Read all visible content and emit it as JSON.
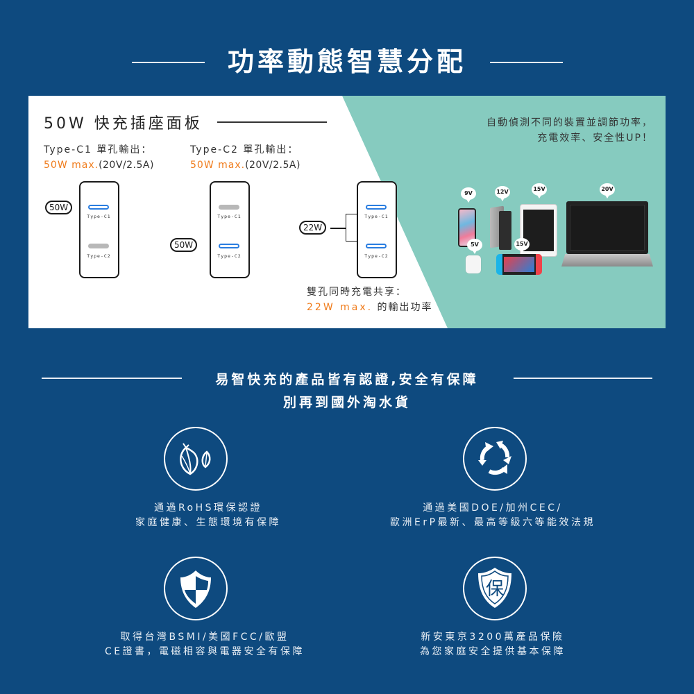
{
  "heading": {
    "title": "功率動態智慧分配"
  },
  "panel": {
    "title": "50W 快充插座面板",
    "c1_spec": {
      "label": "Type-C1 單孔輸出：",
      "value": "50W max.",
      "detail": "(20V/2.5A)"
    },
    "c2_spec": {
      "label": "Type-C2 單孔輸出：",
      "value": "50W max.",
      "detail": "(20V/2.5A)"
    },
    "chargers": [
      {
        "badge": "50W",
        "port1": "Type-C1",
        "port2": "Type-C2",
        "active": [
          "c1"
        ]
      },
      {
        "badge": "50W",
        "port1": "Type-C1",
        "port2": "Type-C2",
        "active": [
          "c2"
        ]
      },
      {
        "badge": "22W",
        "port1": "Type-C1",
        "port2": "Type-C2",
        "active": [
          "c1",
          "c2"
        ]
      }
    ],
    "dual": {
      "line1": "雙孔同時充電共享：",
      "value": "22W max.",
      "line2_suffix": " 的輸出功率"
    },
    "auto": {
      "line1": "自動偵測不同的裝置並調節功率，",
      "line2": "充電效率、安全性UP！"
    },
    "devices": [
      {
        "name": "smartphone",
        "voltage": "9V"
      },
      {
        "name": "power-bank",
        "voltage": "12V"
      },
      {
        "name": "tablet",
        "voltage": "15V"
      },
      {
        "name": "laptop",
        "voltage": "20V"
      },
      {
        "name": "earbuds",
        "voltage": "5V"
      },
      {
        "name": "game-console",
        "voltage": "15V"
      }
    ]
  },
  "cert_section": {
    "line1": "易智快充的產品皆有認證,安全有保障",
    "line2": "別再到國外淘水貨"
  },
  "features": [
    {
      "icon": "leaf-icon",
      "line1": "通過RoHS環保認證",
      "line2": "家庭健康、生態環境有保障"
    },
    {
      "icon": "recycle-arrows-icon",
      "line1": "通過美國DOE/加州CEC/",
      "line2": "歐洲ErP最新、最高等級六等能效法規"
    },
    {
      "icon": "shield-icon",
      "line1": "取得台灣BSMI/美國FCC/歐盟",
      "line2": "CE證書，電磁相容與電器安全有保障"
    },
    {
      "icon": "insurance-shield-icon",
      "icon_char": "保",
      "line1": "新安東京3200萬產品保險",
      "line2": "為您家庭安全提供基本保障"
    }
  ],
  "colors": {
    "background": "#0e4a7f",
    "teal": "#86cbbf",
    "orange": "#f07c1c",
    "port_active": "#2a7de0"
  }
}
